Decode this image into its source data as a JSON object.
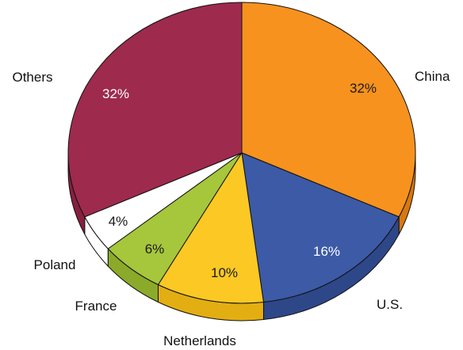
{
  "chart_data": {
    "type": "pie",
    "style": "3d",
    "slices": [
      {
        "label": "China",
        "value": 32,
        "value_label": "32%",
        "color": "#F7921E",
        "side_color": "#D9780E",
        "pct_color": "#1a1a1a"
      },
      {
        "label": "U.S.",
        "value": 16,
        "value_label": "16%",
        "color": "#3C5AA6",
        "side_color": "#2E4788",
        "pct_color": "#ffffff"
      },
      {
        "label": "Netherlands",
        "value": 10,
        "value_label": "10%",
        "color": "#FBC824",
        "side_color": "#E3AE12",
        "pct_color": "#1a1a1a"
      },
      {
        "label": "France",
        "value": 6,
        "value_label": "6%",
        "color": "#A6C63C",
        "side_color": "#8BAA2A",
        "pct_color": "#1a1a1a"
      },
      {
        "label": "Poland",
        "value": 4,
        "value_label": "4%",
        "color": "#FFFFFF",
        "side_color": "#FFFFFF",
        "pct_color": "#1a1a1a"
      },
      {
        "label": "Others",
        "value": 32,
        "value_label": "32%",
        "color": "#9E2A4E",
        "side_color": "#86203F",
        "pct_color": "#ffffff"
      }
    ]
  }
}
